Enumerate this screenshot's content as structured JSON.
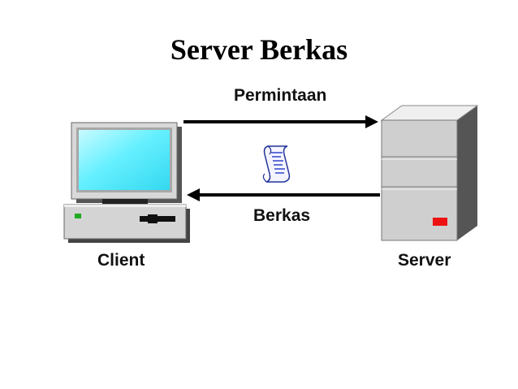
{
  "title": "Server Berkas",
  "labels": {
    "request": "Permintaan",
    "file": "Berkas",
    "client": "Client",
    "server": "Server"
  },
  "icons": {
    "client": "desktop-computer-icon",
    "server": "server-tower-icon",
    "document": "scroll-document-icon"
  },
  "colors": {
    "screen": "#66f0ff",
    "case_gray": "#d4d4d4",
    "led_green": "#22aa22",
    "led_red": "#ee1111",
    "arrow": "#000000",
    "scroll_lines": "#3344cc"
  }
}
